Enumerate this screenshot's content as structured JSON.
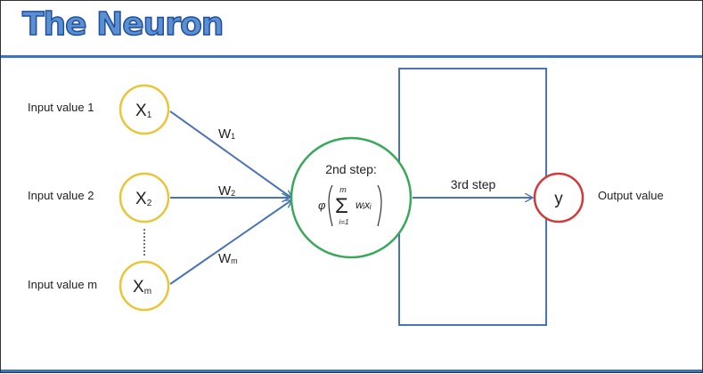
{
  "title": "The Neuron",
  "inputs": [
    {
      "label": "Input value 1",
      "node": "X",
      "sub": "1"
    },
    {
      "label": "Input value 2",
      "node": "X",
      "sub": "2"
    },
    {
      "label": "Input value m",
      "node": "X",
      "sub": "m"
    }
  ],
  "weights": [
    {
      "w": "W",
      "sub": "1"
    },
    {
      "w": "W",
      "sub": "2"
    },
    {
      "w": "W",
      "sub": "m"
    }
  ],
  "neuron": {
    "step_label": "2nd step:",
    "formula": {
      "phi": "φ",
      "sum": "Σ",
      "upper": "m",
      "lower": "i=1",
      "term": "wᵢxᵢ"
    }
  },
  "activation_step": "3rd step",
  "output": {
    "node": "y",
    "label": "Output value"
  },
  "colors": {
    "title": "#5b8fd1",
    "rule": "#3d73c0",
    "input_circle": "#e8c63a",
    "neuron_circle": "#3aa85a",
    "output_circle": "#d23a3a",
    "arrow": "#4a74b8",
    "box": "#4a74b8"
  }
}
